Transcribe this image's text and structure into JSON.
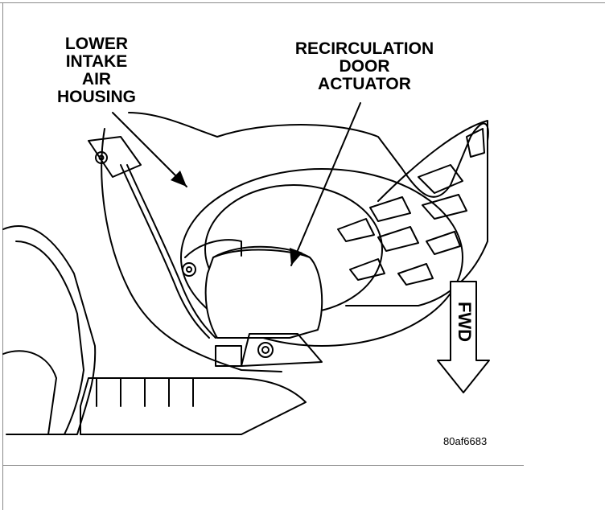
{
  "callouts": {
    "lower_intake": [
      "LOWER",
      "INTAKE",
      "AIR",
      "HOUSING"
    ],
    "recirc_actuator": [
      "RECIRCULATION",
      "DOOR",
      "ACTUATOR"
    ]
  },
  "direction_label": "FWD",
  "figure_id": "80af6683"
}
